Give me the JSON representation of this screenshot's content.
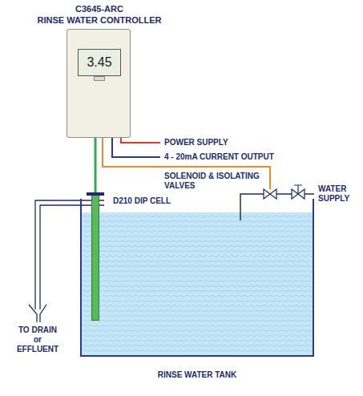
{
  "diagram": {
    "nodes": [
      {
        "text": [
          "C3645-ARC",
          "RINSE WATER CONTROLLER"
        ]
      },
      {
        "text": [
          "3.45"
        ],
        "in": 0
      },
      {
        "text": [
          "RINSE WATER TANK"
        ]
      },
      {
        "text": [
          "D210 DIP CELL"
        ],
        "in": 2
      }
    ],
    "edges": [
      {
        "from": 0,
        "to": 3,
        "arrow": "none"
      }
    ],
    "labels": [
      "POWER SUPPLY",
      "4 - 20mA CURRENT OUTPUT",
      "SOLENOID & ISOLATING VALVES",
      "WATER SUPPLY",
      "TO DRAIN or EFFLUENT"
    ]
  }
}
